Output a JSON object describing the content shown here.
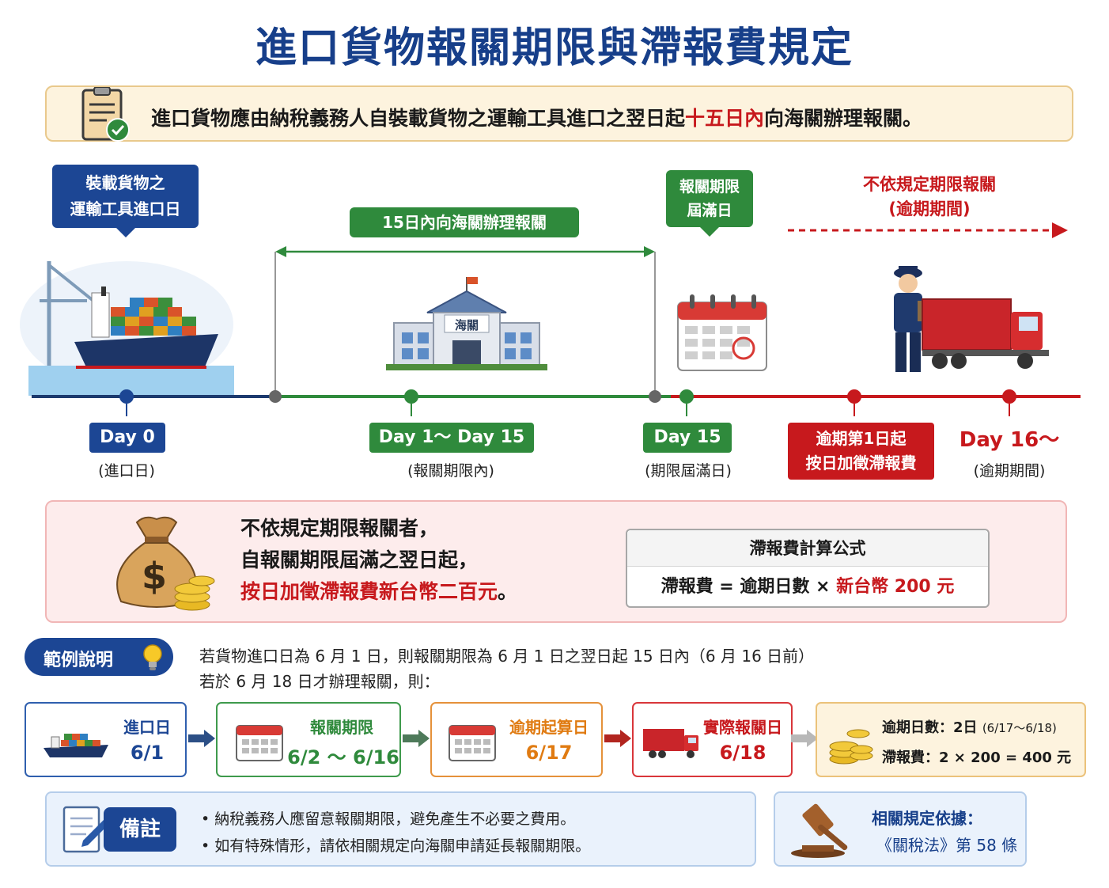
{
  "title": "進口貨物報關期限與滯報費規定",
  "intro": {
    "before": "進口貨物應由納稅義務人自裝載貨物之運輸工具進口之翌日起",
    "highlight": "十五日內",
    "after": "向海關辦理報關。"
  },
  "callouts": {
    "import_line1": "裝載貨物之",
    "import_line2": "運輸工具進口日",
    "window": "15日內向海關辦理報關",
    "deadline_line1": "報關期限",
    "deadline_line2": "屆滿日",
    "overdue_line1": "不依規定期限報關",
    "overdue_line2": "(逾期期間)"
  },
  "customs_sign": "海關",
  "timeline": {
    "day0": "Day 0",
    "day0_sub": "(進口日)",
    "day1_15": "Day 1～ Day 15",
    "day1_15_sub": "(報關期限內)",
    "day15": "Day 15",
    "day15_sub": "(期限屆滿日)",
    "fee_line1": "逾期第1日起",
    "fee_line2": "按日加徵滯報費",
    "day16": "Day 16～",
    "day16_sub": "(逾期期間)"
  },
  "fee": {
    "line1": "不依規定期限報關者，",
    "line2": "自報關期限屆滿之翌日起，",
    "line3": "按日加徵滯報費新台幣二百元",
    "line3_end": "。",
    "formula_title": "滯報費計算公式",
    "formula_left": "滯報費 = 逾期日數 × ",
    "formula_right": "新台幣 200 元"
  },
  "example": {
    "label": "範例說明",
    "line1": "若貨物進口日為 6 月 1 日，則報關期限為 6 月 1 日之翌日起 15 日內（6 月 16 日前）",
    "line2": "若於 6 月 18 日才辦理報關，則：",
    "steps": [
      {
        "title": "進口日",
        "value": "6/1"
      },
      {
        "title": "報關期限",
        "value": "6/2 ～ 6/16"
      },
      {
        "title": "逾期起算日",
        "value": "6/17"
      },
      {
        "title": "實際報關日",
        "value": "6/18"
      }
    ],
    "result_days_label": "逾期日數：2日",
    "result_days_range": "(6/17～6/18)",
    "result_fee": "滯報費：2 × 200 = 400 元"
  },
  "note": {
    "label": "備註",
    "items": [
      "• 納稅義務人應留意報關期限，避免產生不必要之費用。",
      "• 如有特殊情形，請依相關規定向海關申請延長報關期限。"
    ]
  },
  "law": {
    "title": "相關規定依據：",
    "ref": "《關稅法》第 58 條"
  },
  "colors": {
    "navy": "#1c4694",
    "green": "#2f8a3c",
    "red": "#c7191d"
  }
}
